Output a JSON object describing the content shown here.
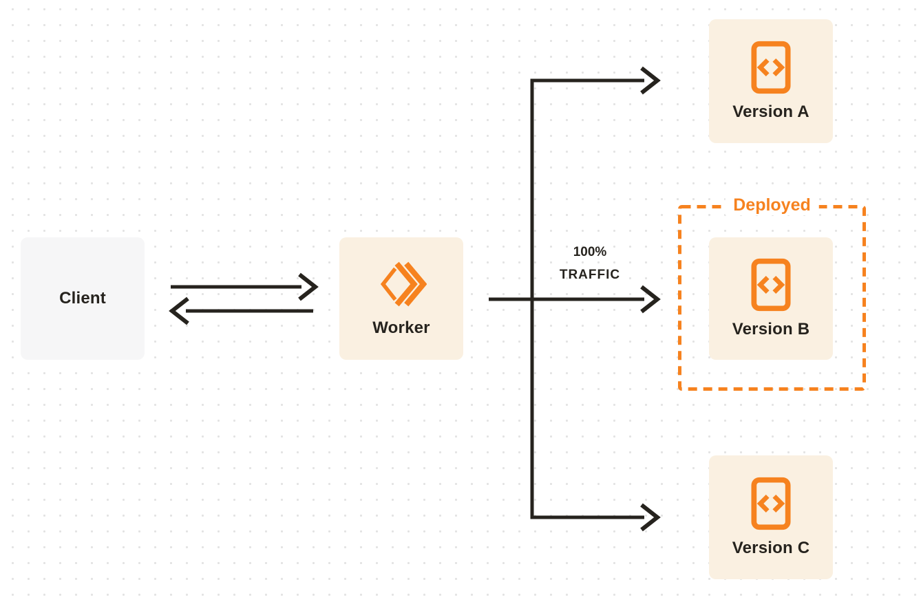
{
  "diagram": {
    "background": {
      "bg_color": "#FFFFFF",
      "dot_color": "#E3E3E3"
    },
    "nodes": {
      "client": {
        "label": "Client",
        "fill": "#F6F6F7"
      },
      "worker": {
        "label": "Worker",
        "fill": "#FAF0E1",
        "icon": "cloudflare-workers-logo"
      },
      "version_a": {
        "label": "Version A",
        "fill": "#FAF0E1",
        "icon": "code-file"
      },
      "version_b": {
        "label": "Version B",
        "fill": "#FAF0E1",
        "icon": "code-file"
      },
      "version_c": {
        "label": "Version C",
        "fill": "#FAF0E1",
        "icon": "code-file"
      }
    },
    "edges": {
      "traffic_label_line1": "100%",
      "traffic_label_line2": "TRAFFIC",
      "arrow_color": "#26231E"
    },
    "deployed": {
      "label": "Deployed",
      "color": "#F6821F"
    },
    "accent_color": "#F6821F"
  }
}
